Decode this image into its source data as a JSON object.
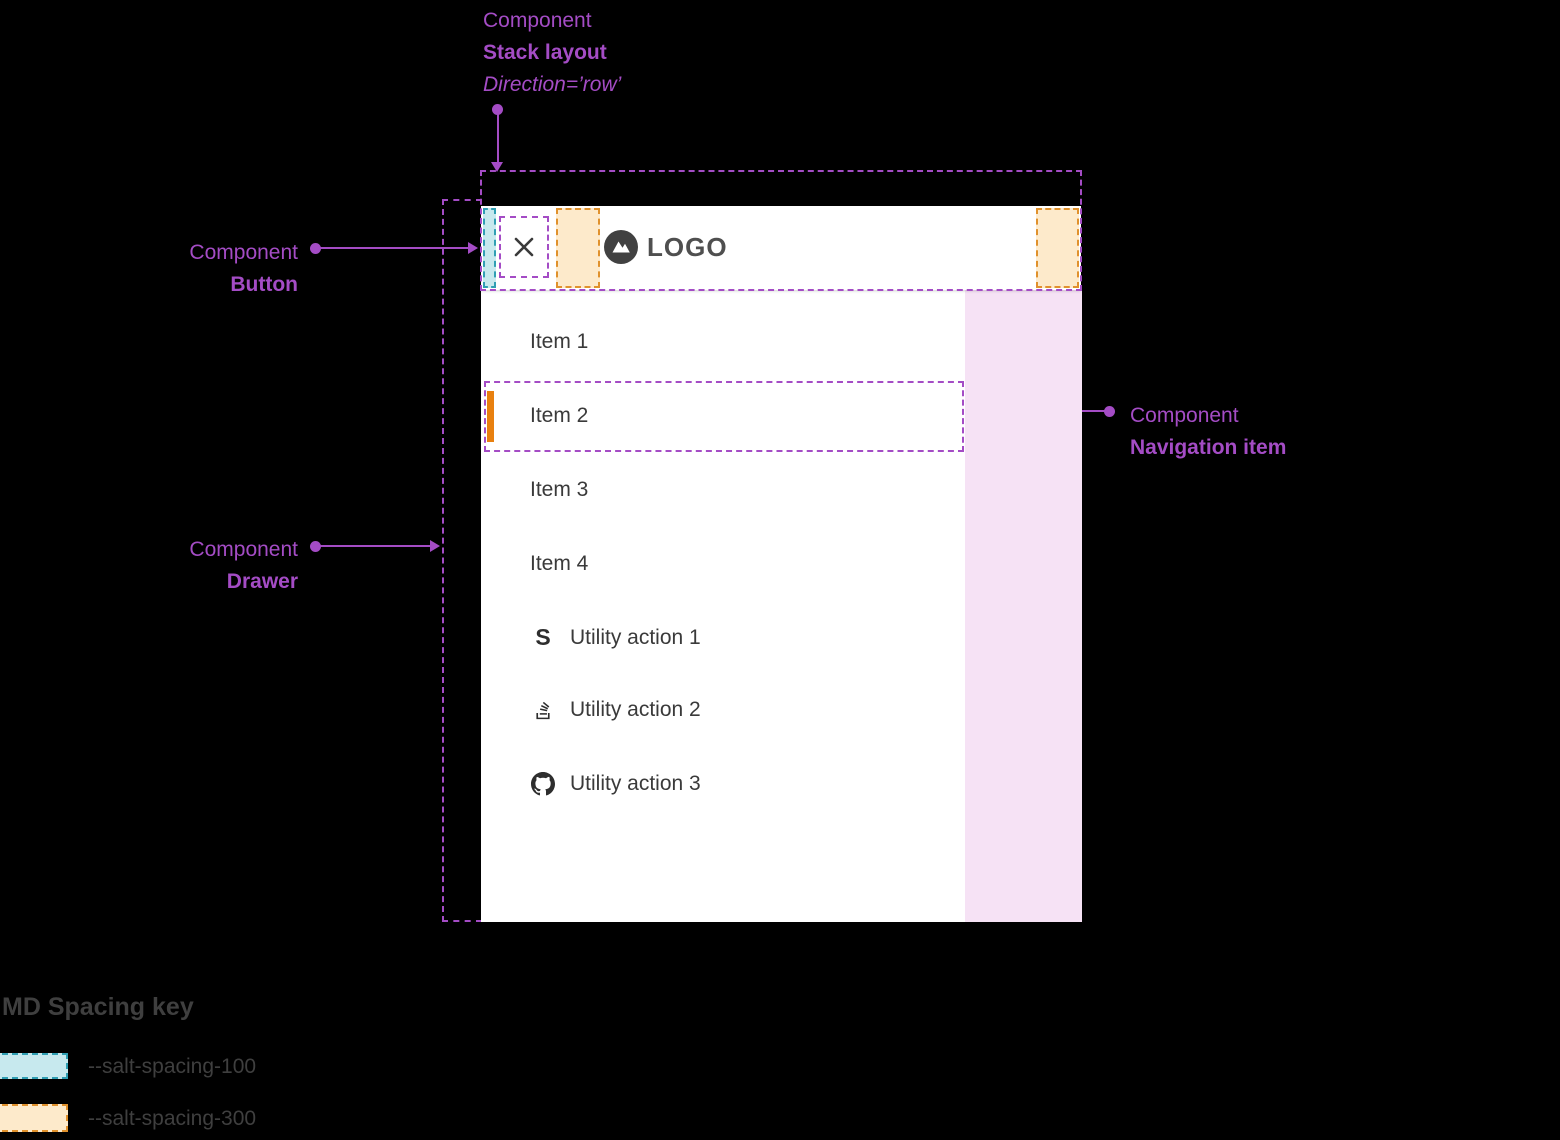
{
  "annotations": {
    "stack_layout": {
      "kicker": "Component",
      "name": "Stack layout",
      "detail": "Direction=’row’"
    },
    "button": {
      "kicker": "Component",
      "name": "Button"
    },
    "drawer": {
      "kicker": "Component",
      "name": "Drawer"
    },
    "navigation_item": {
      "kicker": "Component",
      "name": "Navigation item"
    }
  },
  "appbar": {
    "logo_text": "LOGO"
  },
  "drawer": {
    "items": [
      {
        "label": "Item 1"
      },
      {
        "label": "Item 2"
      },
      {
        "label": "Item 3"
      },
      {
        "label": "Item 4"
      }
    ],
    "utilities": [
      {
        "label": "Utility action 1",
        "icon": "storybook-icon",
        "glyph": "S"
      },
      {
        "label": "Utility action 2",
        "icon": "stackoverflow-icon"
      },
      {
        "label": "Utility action 3",
        "icon": "github-icon"
      }
    ]
  },
  "legend": {
    "title": "MD Spacing key",
    "items": [
      {
        "label": "--salt-spacing-100",
        "swatch": "teal"
      },
      {
        "label": "--salt-spacing-300",
        "swatch": "orange"
      }
    ]
  },
  "colors": {
    "annotation_purple": "#A44CC5",
    "spacing_100_fill": "#C7E9EE",
    "spacing_100_border": "#2F9FB3",
    "spacing_300_fill": "#FDEACB",
    "spacing_300_border": "#E0912C",
    "active_indicator": "#E8800F",
    "scrim_pink": "#F6E2F5"
  }
}
